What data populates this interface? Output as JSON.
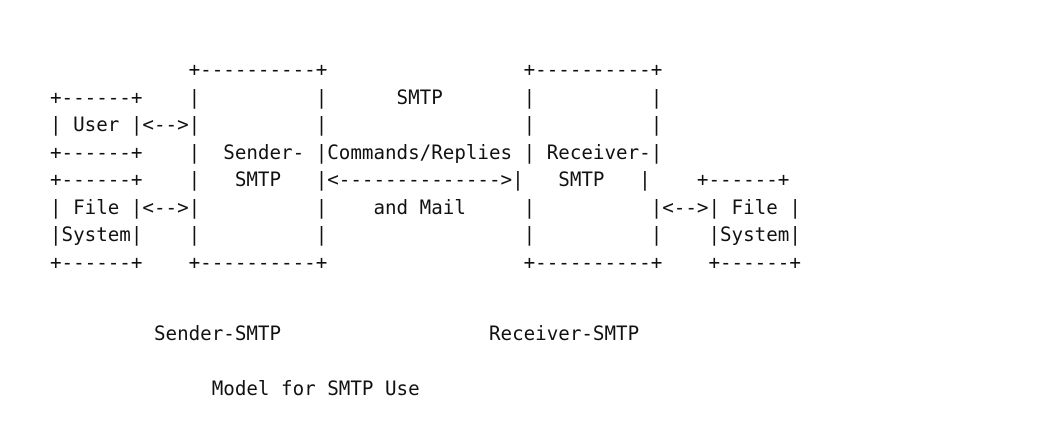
{
  "document": {
    "kind": "ascii-art-diagram",
    "title": "Model for SMTP Use",
    "background_color": "#ffffff",
    "text_color": "#111111"
  },
  "diagram": {
    "boxes": [
      {
        "name": "user",
        "label": "User",
        "lines": [
          "User"
        ],
        "border_width_chars": 8
      },
      {
        "name": "file-system-left",
        "label": "File System",
        "lines": [
          "File",
          "System"
        ],
        "border_width_chars": 8
      },
      {
        "name": "sender-smtp",
        "label": "Sender-SMTP",
        "lines": [
          "Sender-",
          "SMTP"
        ],
        "border_width_chars": 12
      },
      {
        "name": "receiver-smtp",
        "label": "Receiver-SMTP",
        "lines": [
          "Receiver-",
          "SMTP"
        ],
        "border_width_chars": 12
      },
      {
        "name": "file-system-right",
        "label": "File System",
        "lines": [
          "File",
          "System"
        ],
        "border_width_chars": 8
      }
    ],
    "connectors": [
      {
        "name": "user-to-sender",
        "glyph": "<-->",
        "from": "user",
        "to": "sender-smtp"
      },
      {
        "name": "file-system-left-to-sender",
        "glyph": "<-->",
        "from": "file-system-left",
        "to": "sender-smtp"
      },
      {
        "name": "sender-to-receiver",
        "glyph": "<-------------->",
        "from": "sender-smtp",
        "to": "receiver-smtp"
      },
      {
        "name": "receiver-to-file-system-right",
        "glyph": "<-->",
        "from": "receiver-smtp",
        "to": "file-system-right"
      }
    ],
    "channel_labels": {
      "line1": "SMTP",
      "line2": "Commands/Replies",
      "line3": "and Mail"
    },
    "art": "            +----------+                 +----------+\n+------+    |          |      SMTP       |          |\n| User |<-->|          |                 |          |\n+------+    |  Sender- |Commands/Replies | Receiver-|\n+------+    |   SMTP   |<-------------->|   SMTP   |    +------+\n| File |<-->|          |    and Mail     |          |<-->| File |\n|System|    |          |                 |          |    |System|\n+------+    +----------+                 +----------+    +------+"
  },
  "captions": {
    "sender_label": "Sender-SMTP",
    "receiver_label": "Receiver-SMTP",
    "figure_title": "Model for SMTP Use",
    "caption_line": "         Sender-SMTP                  Receiver-SMTP",
    "title_line": "              Model for SMTP Use"
  }
}
